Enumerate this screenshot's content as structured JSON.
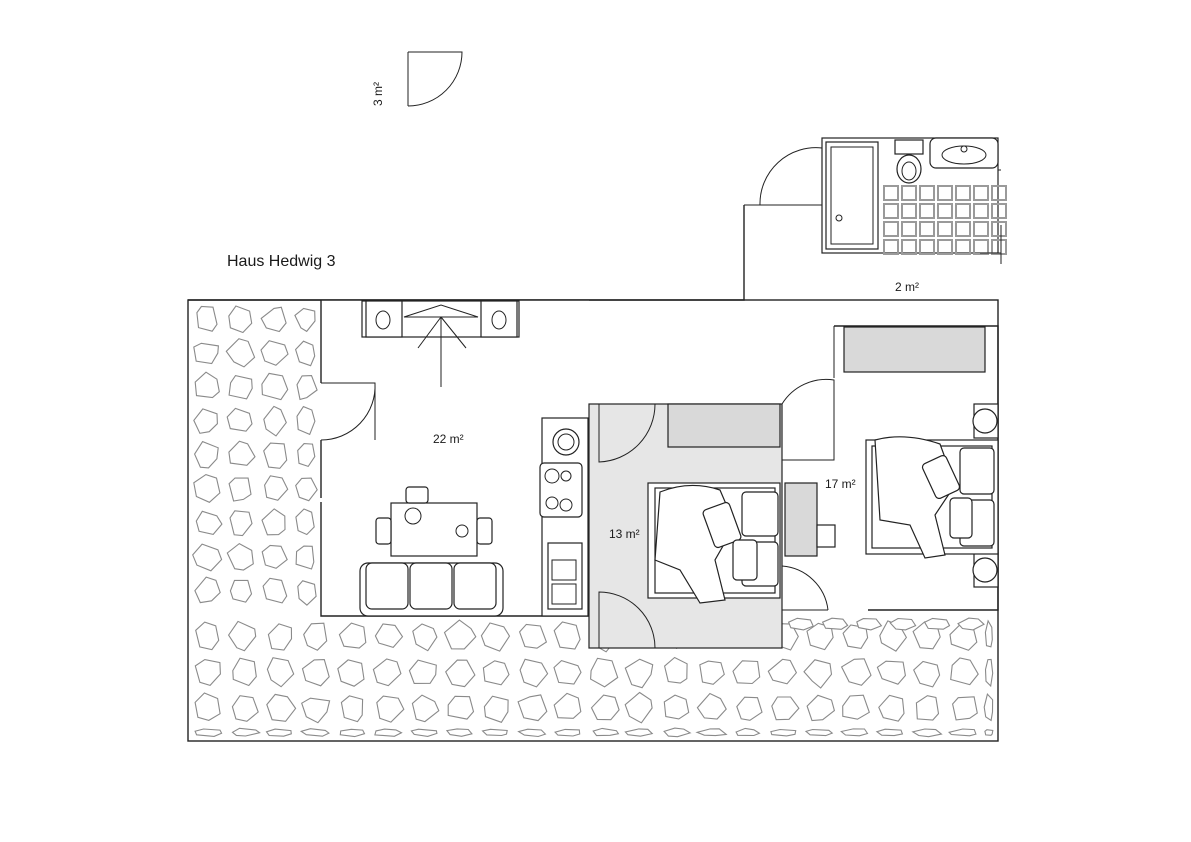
{
  "plan": {
    "title": "Haus Hedwig 3",
    "rooms": [
      {
        "id": "hall",
        "area": "3 m²"
      },
      {
        "id": "bath",
        "area": "2 m²"
      },
      {
        "id": "living",
        "area": "22  m²"
      },
      {
        "id": "bedroom-small",
        "area": "13 m²"
      },
      {
        "id": "bedroom-large",
        "area": "17 m²"
      }
    ]
  },
  "colors": {
    "background": "#ffffff",
    "lines": "#222222",
    "stone": "#8a8a8a",
    "shaded_floor": "#e6e6e6",
    "furniture_fill": "#d9d9d9"
  }
}
